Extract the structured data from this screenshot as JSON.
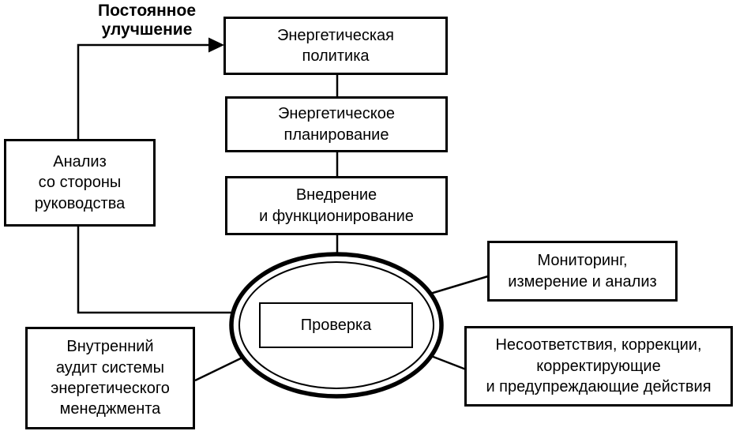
{
  "diagram": {
    "title_semantic": "Energy management system cycle diagram",
    "background_color": "#ffffff",
    "line_color": "#000000",
    "continuous_improvement": "Постоянное\nулучшение",
    "nodes": {
      "energy_policy": "Энергетическая\nполитика",
      "energy_planning": "Энергетическое\nпланирование",
      "implementation": "Внедрение\nи функционирование",
      "management_review": "Анализ\nсо стороны\nруководства",
      "checking": "Проверка",
      "monitoring": "Мониторинг,\nизмерение и анализ",
      "nonconformities": "Несоответствия, коррекции,\nкорректирующие\nи предупреждающие действия",
      "internal_audit": "Внутренний\nаудит системы\nэнергетического\nменеджмента"
    }
  }
}
